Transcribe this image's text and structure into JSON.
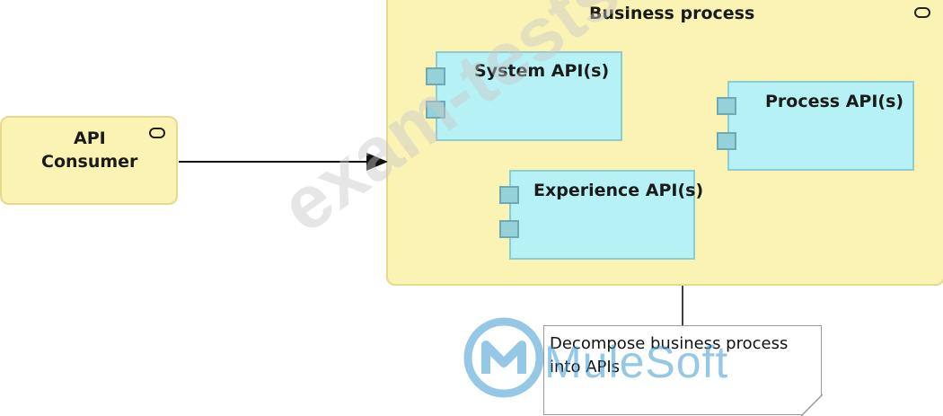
{
  "diagram": {
    "business_process": {
      "label": "Business process"
    },
    "api_consumer": {
      "label_line1": "API",
      "label_line2": "Consumer"
    },
    "system_api": {
      "label": "System API(s)"
    },
    "process_api": {
      "label": "Process API(s)"
    },
    "experience_api": {
      "label": "Experience API(s)"
    },
    "note": {
      "line1": "Decompose business process",
      "line2": "into APIs"
    }
  },
  "watermark": {
    "text": "exam-tests.com"
  },
  "logo": {
    "text": "MuleSoft"
  },
  "colors": {
    "process_fill": "#fbf3b4",
    "api_fill": "#b6f1f6",
    "watermark": "#c8c8c8",
    "mulesoft_blue": "#3e9ad2"
  }
}
